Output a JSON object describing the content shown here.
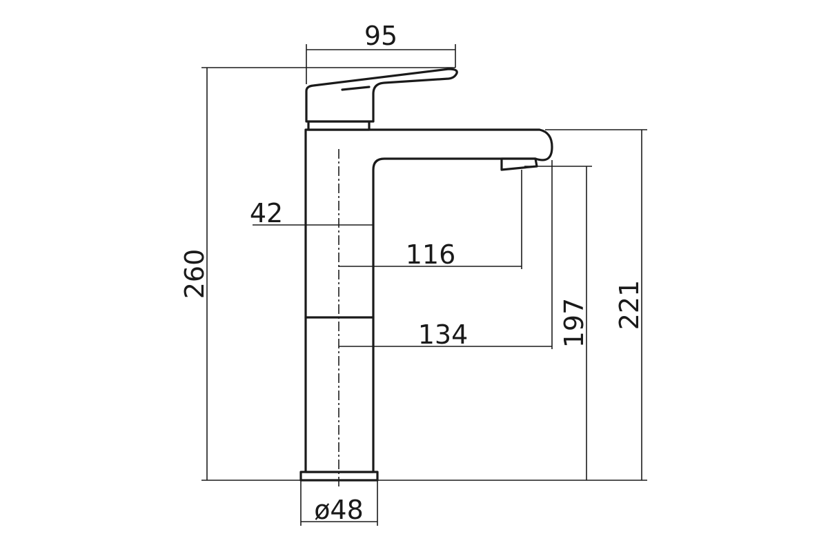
{
  "colors": {
    "line": "#1a1a1a",
    "background": "#ffffff"
  },
  "dimensions": {
    "handle_reach": "95",
    "total_height": "260",
    "body_width": "42",
    "centre_to_aerator": "116",
    "centre_to_spout_tip": "134",
    "aerator_height": "197",
    "spout_height": "221",
    "base_diameter": "ø48"
  }
}
